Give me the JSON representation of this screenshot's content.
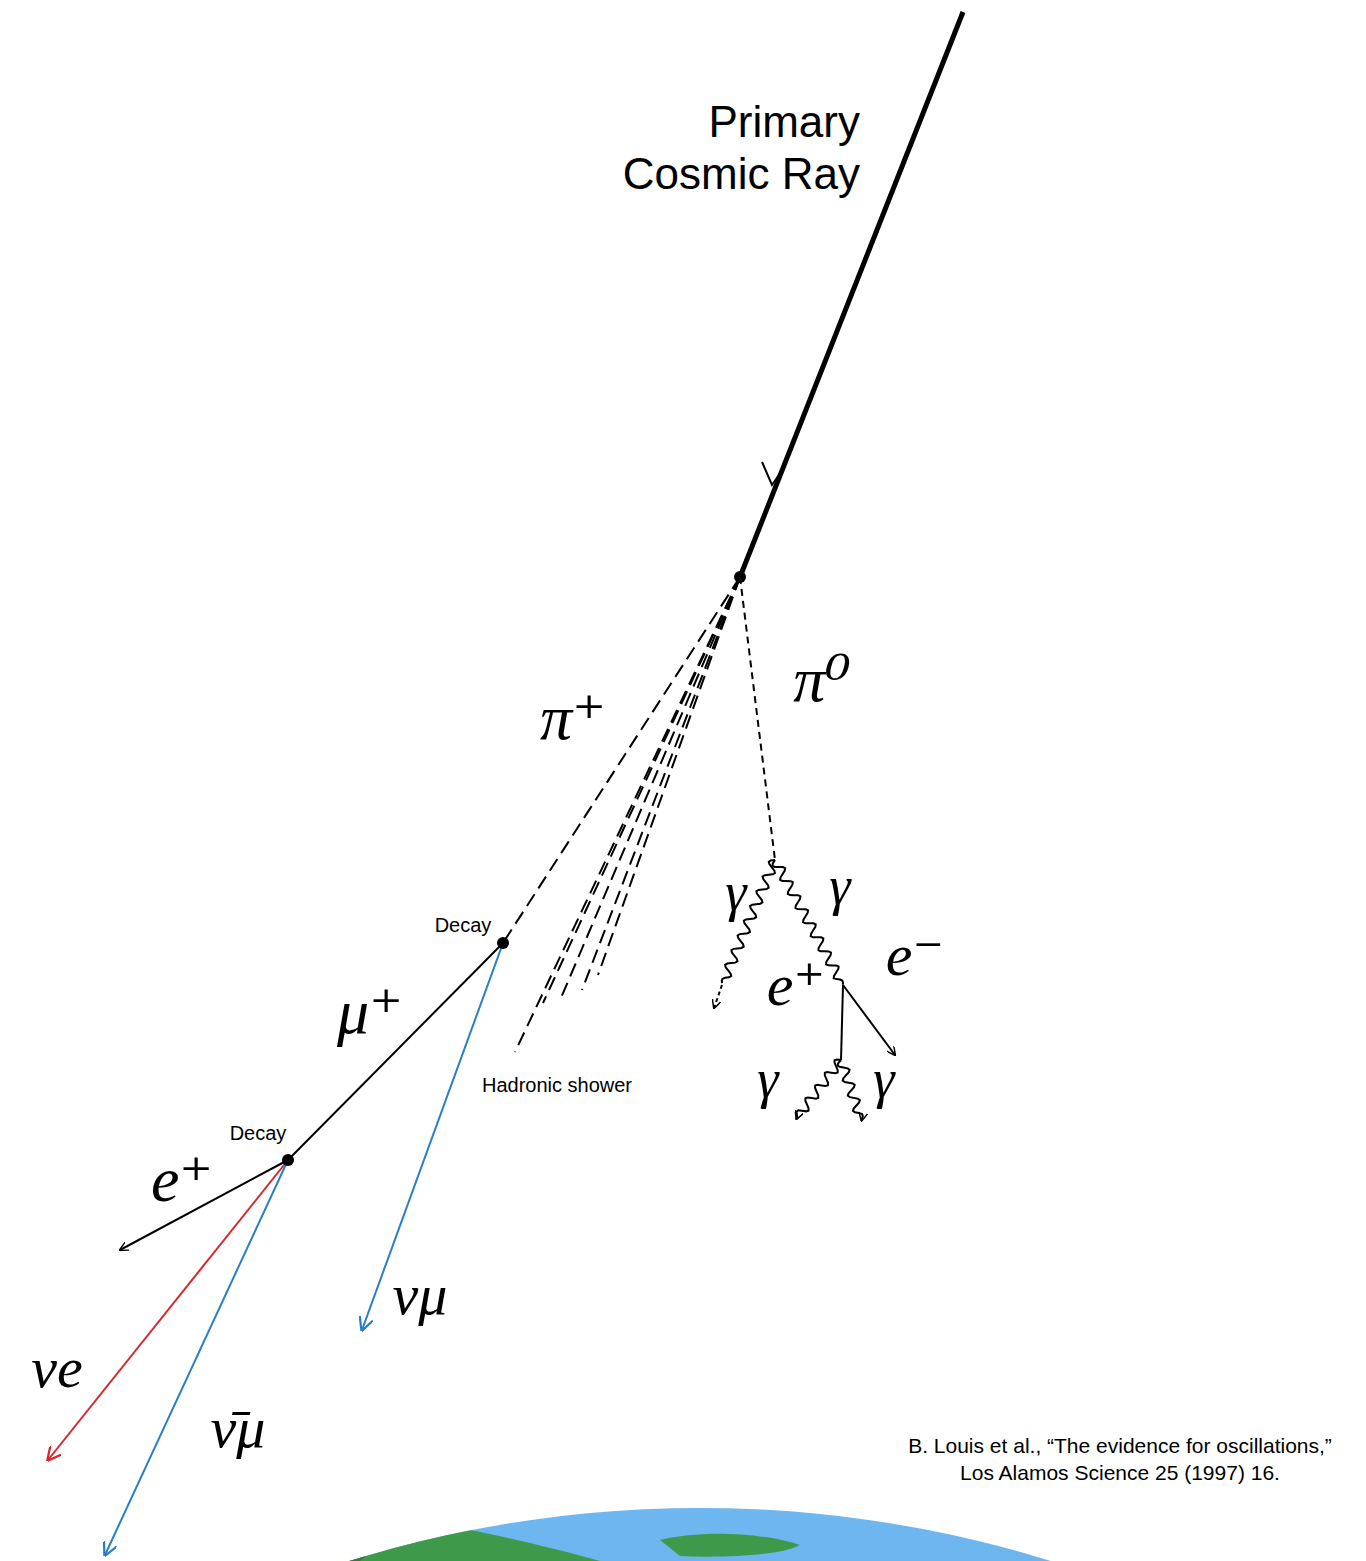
{
  "diagram": {
    "caption": "B. Louis et al., “The evidence for oscillations,” Los Alamos Science 25 (1997) 16.",
    "labels": [
      "Primary Cosmic Ray",
      "π⁺",
      "π⁰",
      "γ",
      "γ",
      "e⁻",
      "e⁺",
      "γ",
      "γ",
      "Decay",
      "μ⁺",
      "Hadronic shower",
      "e⁺",
      "Decay",
      "νμ",
      "νe",
      "ν̄μ"
    ]
  }
}
